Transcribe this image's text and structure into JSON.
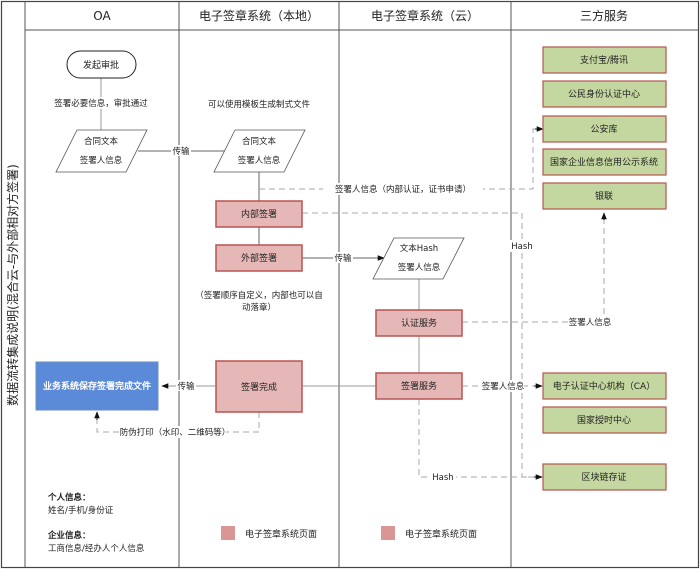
{
  "side_title": "数据流转集成说明(混合云-与外部相对方签署)",
  "lanes": [
    "OA",
    "电子签章系统（本地）",
    "电子签章系统（云）",
    "三方服务"
  ],
  "oa": {
    "start": "发起审批",
    "start_note": "签署必要信息，审批通过",
    "doc_line1": "合同文本",
    "doc_line2": "签署人信息",
    "save_box": "业务系统保存签署完成文件",
    "personal_title": "个人信息：",
    "personal_value": "姓名/手机/身份证",
    "corp_title": "企业信息：",
    "corp_value": "工商信息/经办人个人信息"
  },
  "local": {
    "template_note": "可以使用模板生成制式文件",
    "doc_line1": "合同文本",
    "doc_line2": "签署人信息",
    "internal_sign": "内部签署",
    "external_sign": "外部签署",
    "order_note_line1": "（签署顺序自定义，内部也可以自",
    "order_note_line2": "动落章）",
    "sign_complete": "签署完成"
  },
  "cloud": {
    "doc_line1": "文本Hash",
    "doc_line2": "签署人信息",
    "auth_service": "认证服务",
    "sign_service": "签署服务"
  },
  "third_party": {
    "services": [
      "支付宝/腾讯",
      "公民身份认证中心",
      "公安库",
      "国家企业信息信用公示系统",
      "银联"
    ],
    "ca": "电子认证中心机构（CA）",
    "tsa": "国家授时中心",
    "blockchain": "区块链存证"
  },
  "edges": {
    "transfer1": "传输",
    "transfer2": "传输",
    "transfer3": "传输",
    "signer_info_cert": "签署人信息（内部认证，证书申请）",
    "hash_internal": "Hash",
    "signer_info_auth": "签署人信息",
    "signer_info_ca": "签署人信息",
    "hash_blockchain": "Hash",
    "anti_forgery": "防伪打印（水印、二维码等）"
  },
  "legend": [
    {
      "label": "电子签章系统页面",
      "color": "#d99694"
    },
    {
      "label": "电子签章系统页面",
      "color": "#d99694"
    }
  ]
}
